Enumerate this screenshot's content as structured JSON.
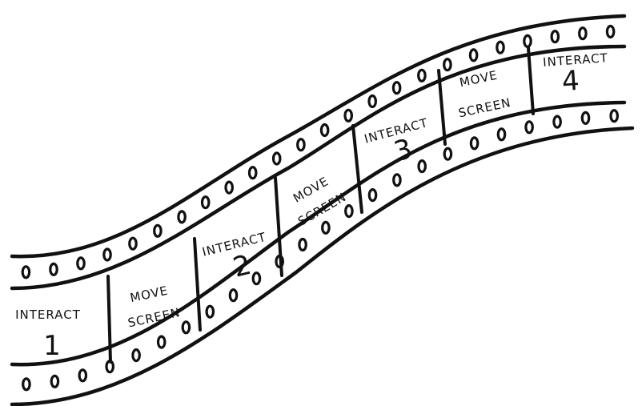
{
  "colors": {
    "ink": "#111111",
    "paper": "#ffffff"
  },
  "frames": [
    {
      "kind": "interact",
      "label": "INTERACT",
      "number": "1"
    },
    {
      "kind": "move",
      "label_line1": "MOVE",
      "label_line2": "SCREEN"
    },
    {
      "kind": "interact",
      "label": "INTERACT",
      "number": "2"
    },
    {
      "kind": "move",
      "label_line1": "MOVE",
      "label_line2": "SCREEN"
    },
    {
      "kind": "interact",
      "label": "INTERACT",
      "number": "3"
    },
    {
      "kind": "move",
      "label_line1": "MOVE",
      "label_line2": "SCREEN"
    },
    {
      "kind": "interact",
      "label": "INTERACT",
      "number": "4"
    }
  ]
}
